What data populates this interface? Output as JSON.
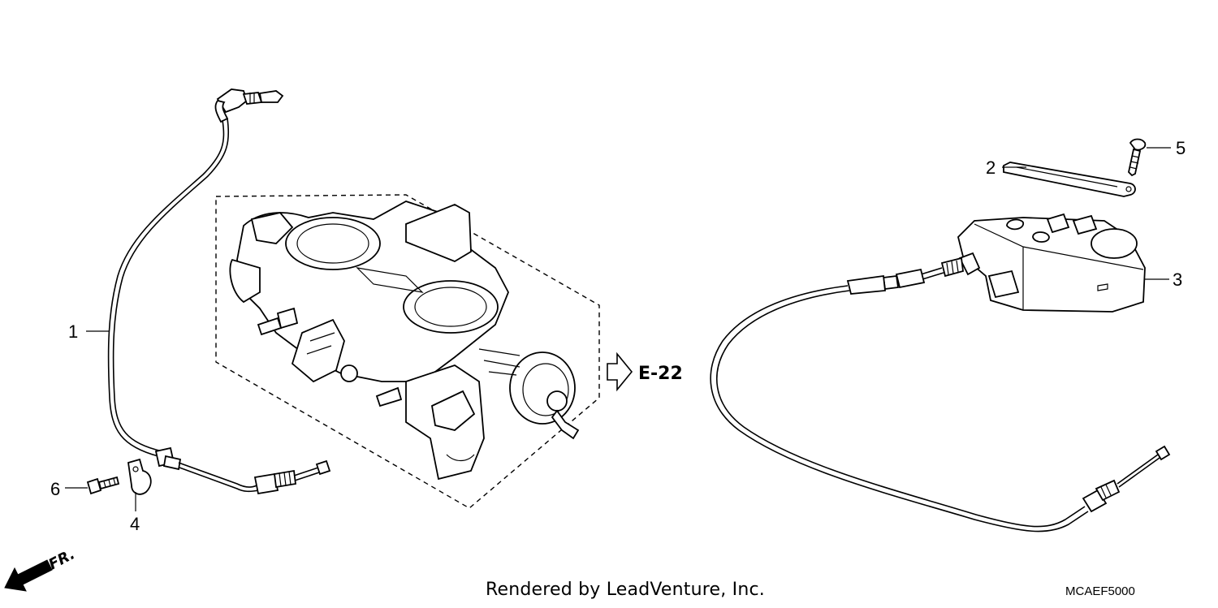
{
  "callouts": [
    {
      "id": "1",
      "label": "1"
    },
    {
      "id": "2",
      "label": "2"
    },
    {
      "id": "3",
      "label": "3"
    },
    {
      "id": "4",
      "label": "4"
    },
    {
      "id": "5",
      "label": "5"
    },
    {
      "id": "6",
      "label": "6"
    }
  ],
  "reference": {
    "label": "E-22"
  },
  "direction": {
    "label": "FR."
  },
  "footer": {
    "credit": "Rendered by LeadVenture, Inc.",
    "code": "MCAEF5000"
  }
}
